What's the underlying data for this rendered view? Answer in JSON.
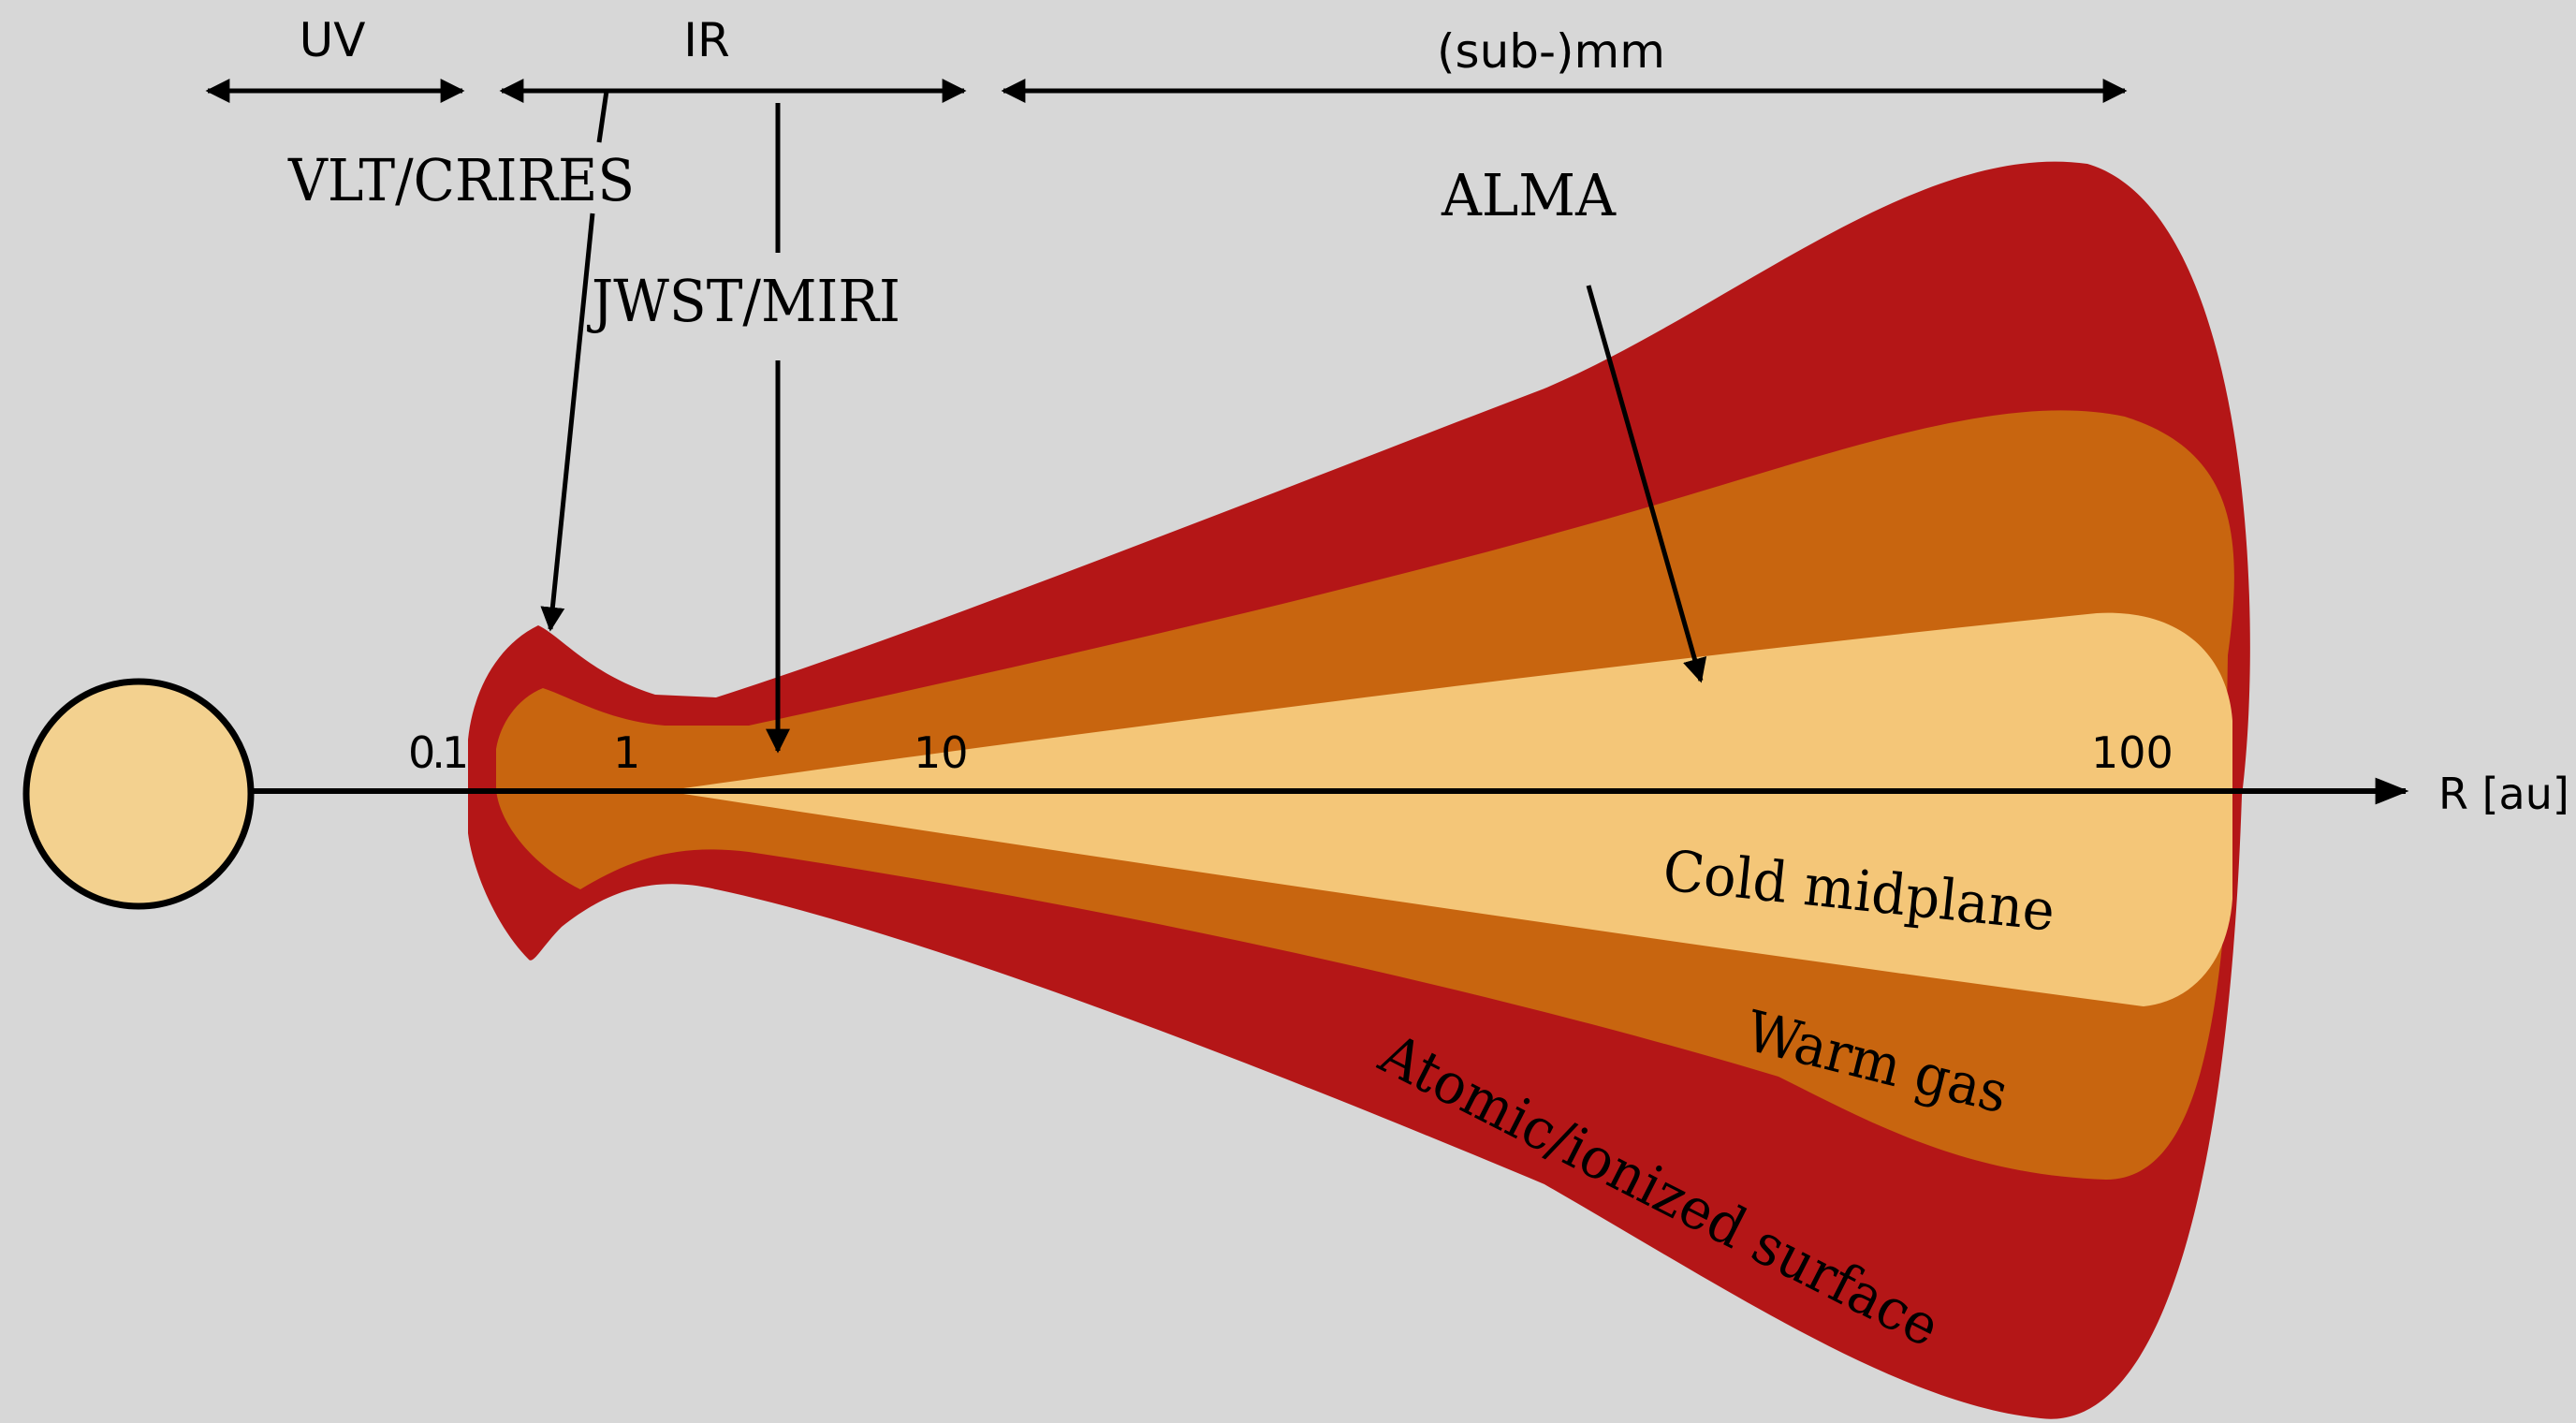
{
  "colors": {
    "background": "#d7d7d7",
    "star_fill": "#f3d18f",
    "surface_layer": "#b41617",
    "warm_layer": "#c8650f",
    "cold_layer": "#f4c678",
    "ink": "#000000"
  },
  "bands": {
    "uv": "UV",
    "ir": "IR",
    "submm": "(sub-)mm"
  },
  "instruments": {
    "crires": "VLT/CRIRES",
    "miri": "JWST/MIRI",
    "alma": "ALMA"
  },
  "axis": {
    "label": "R [au]",
    "ticks": [
      "0.1",
      "1",
      "10",
      "100"
    ]
  },
  "layers": {
    "cold": "Cold midplane",
    "warm": "Warm gas",
    "surface": "Atomic/ionized surface"
  },
  "icons": {
    "star": "star-circle-icon",
    "arrow": "arrow-icon"
  }
}
